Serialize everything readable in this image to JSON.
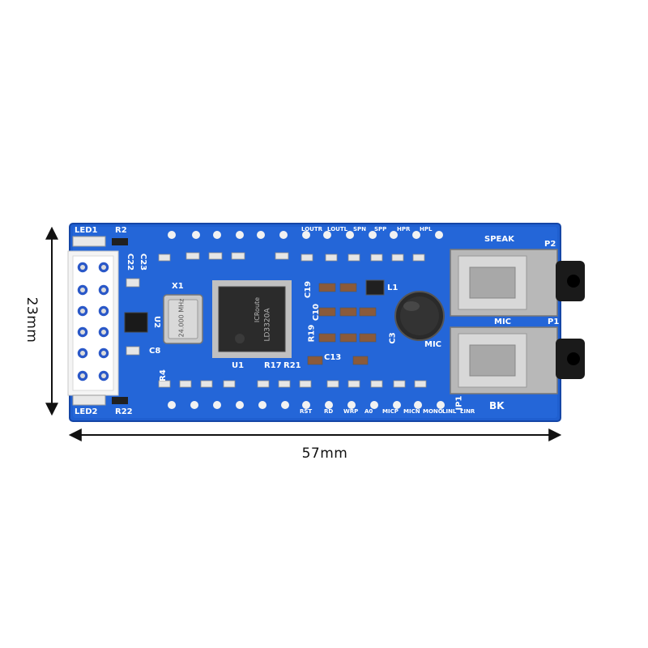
{
  "dimensions": {
    "height": "23mm",
    "width": "57mm"
  },
  "board": {
    "color": "#1f5fd0",
    "silkscreen": {
      "led1": "LED1",
      "led2": "LED2",
      "r2": "R2",
      "r22": "R22",
      "x1": "X1",
      "u2": "U2",
      "c22": "C22",
      "c23": "C23",
      "c8": "C8",
      "c10": "C10",
      "c13": "C13",
      "c19": "C19",
      "r19": "R19",
      "r4": "R4",
      "r17": "R17",
      "r21": "R21",
      "l1": "L1",
      "c3": "C3",
      "speak": "SPEAK",
      "p2": "P2",
      "mic": "MIC",
      "mic_jack": "MIC",
      "p1": "P1",
      "jp1": "JP1",
      "bk": "BK",
      "u1": "U1"
    },
    "chip": {
      "brand": "ICRoute",
      "model": "LD3320A"
    },
    "crystal": {
      "marking": "24.000 MHz"
    },
    "bottom_pins": [
      "RST",
      "RD",
      "WRP",
      "A0",
      "MICP",
      "MICN",
      "MONO",
      "LINL",
      "LINR"
    ],
    "top_pins": [
      "LOUTR",
      "LOUTL",
      "SPN",
      "SPP",
      "HPR",
      "HPL"
    ]
  }
}
